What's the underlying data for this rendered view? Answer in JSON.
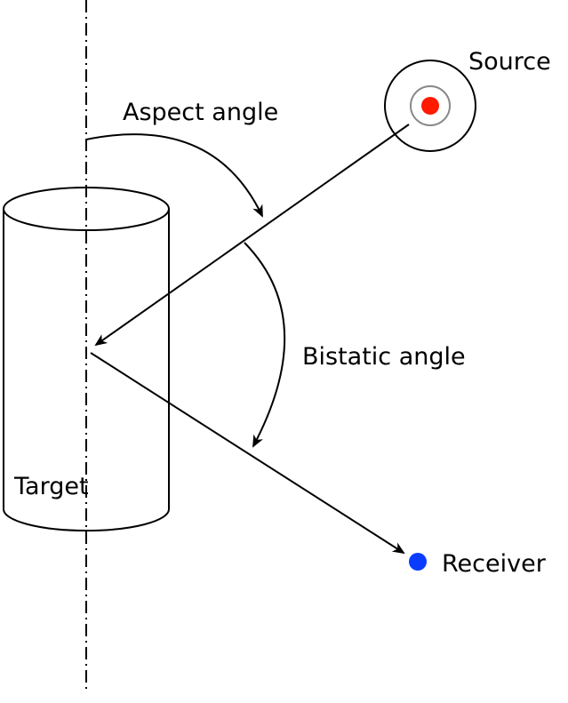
{
  "labels": {
    "source": "Source",
    "receiver": "Receiver",
    "target": "Target",
    "aspect_angle": "Aspect angle",
    "bistatic_angle": "Bistatic angle"
  },
  "colors": {
    "source_dot": "#ff1a00",
    "receiver_dot": "#0a3cff",
    "lines": "#000000",
    "background": "#ffffff"
  }
}
